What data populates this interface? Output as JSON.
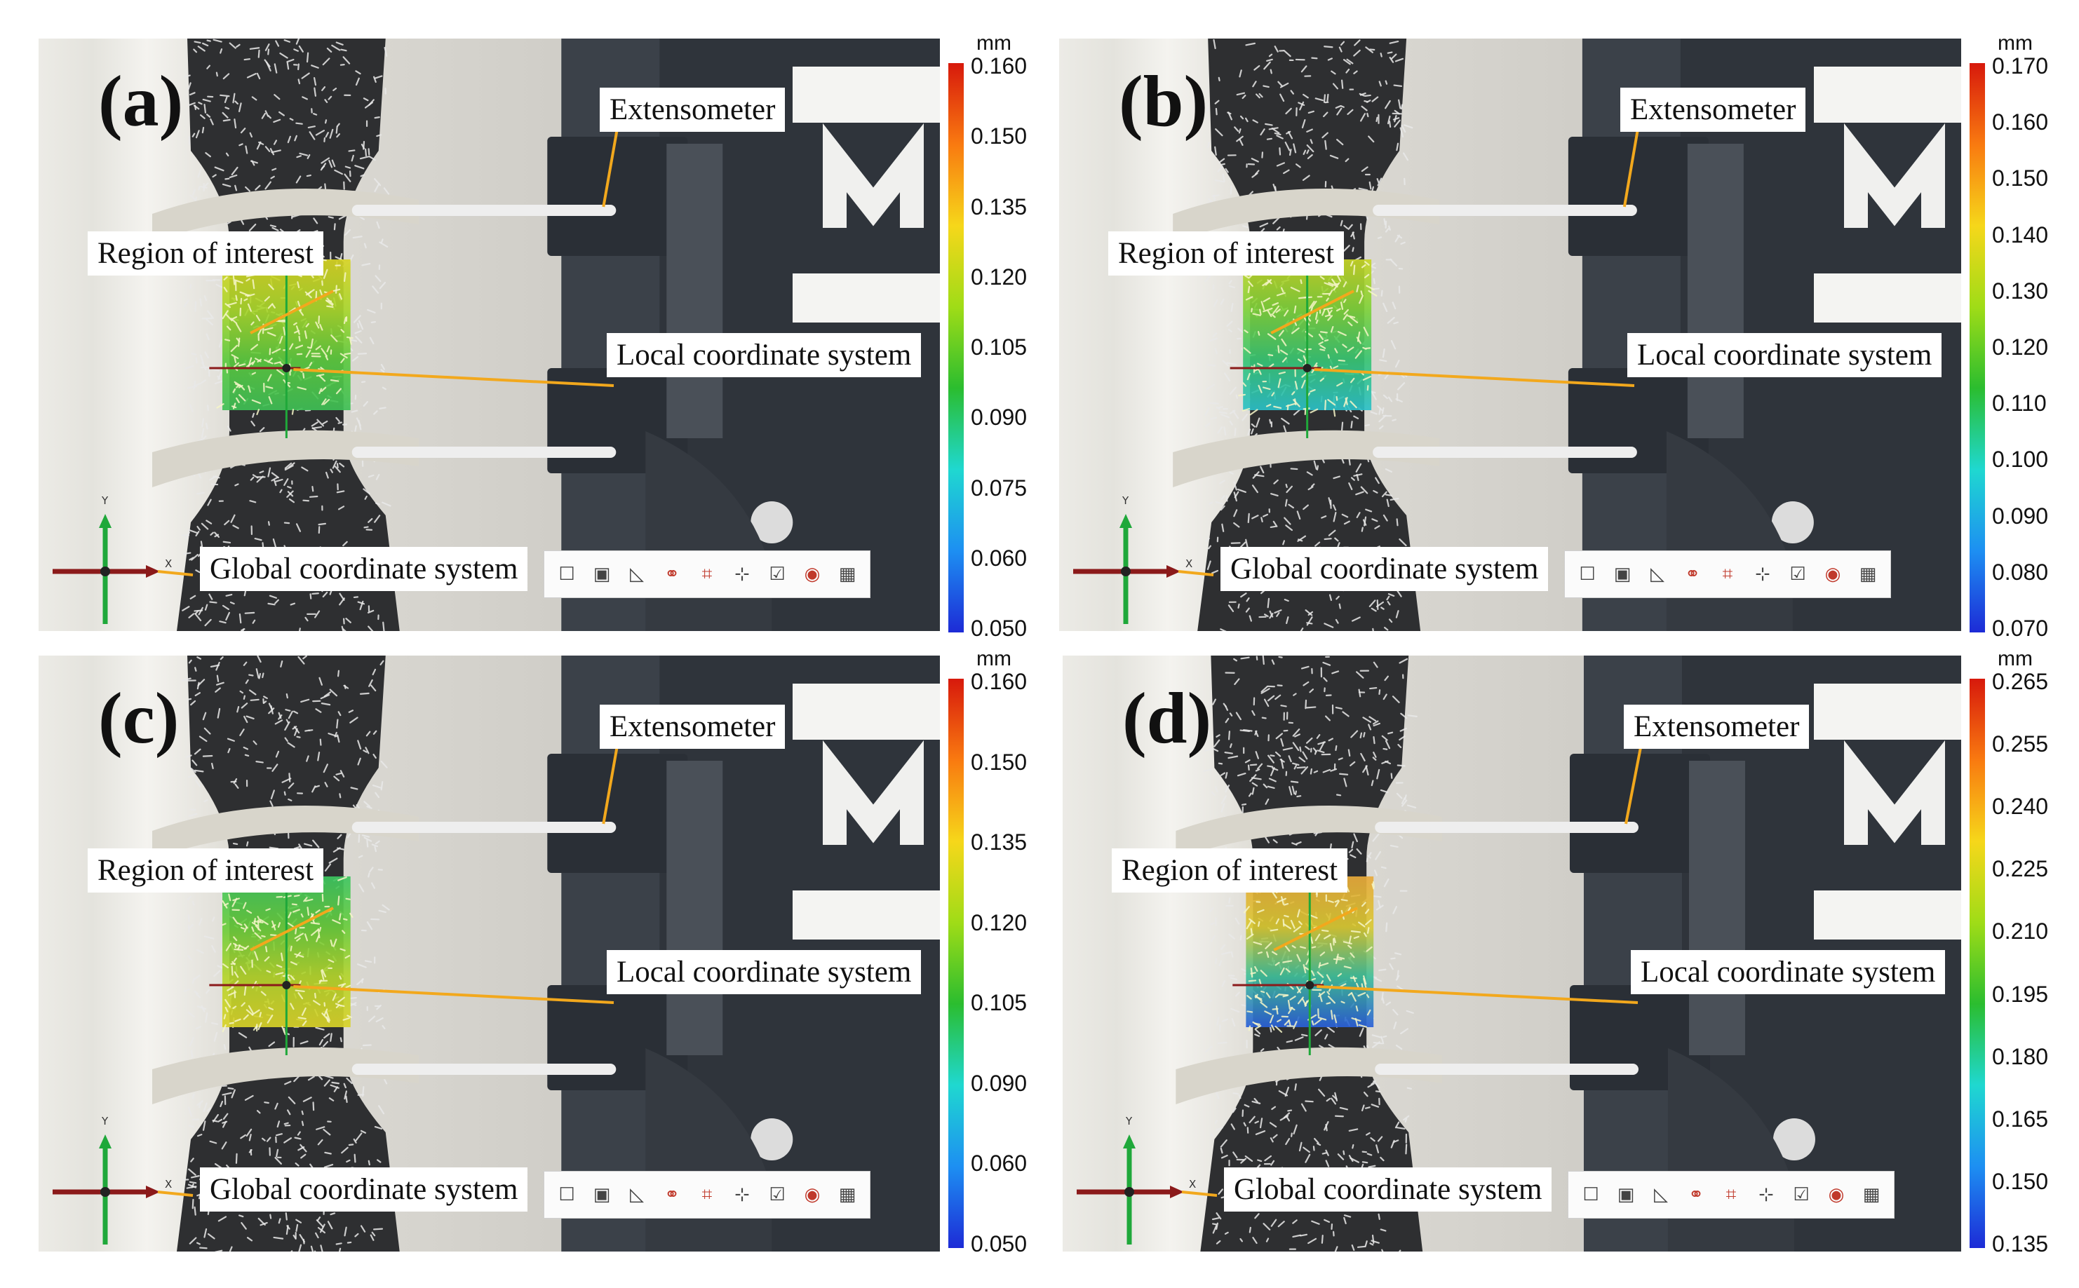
{
  "colors": {
    "leader_line": "#f2a81d",
    "global_y_axis": "#1fa83a",
    "global_x_axis": "#8b1a1a",
    "colorbar_stops": [
      "#d7190c",
      "#f97a10",
      "#f6d71a",
      "#9fdc17",
      "#2bbd2f",
      "#1fd8d0",
      "#1d8ff2",
      "#1d2bd6"
    ]
  },
  "panels": [
    {
      "id": "a",
      "label": "(a)",
      "callouts": {
        "extensometer": "Extensometer",
        "roi": "Region of interest",
        "local": "Local coordinate system",
        "global": "Global coordinate system"
      },
      "global_axes": {
        "y": "Y",
        "x": "X"
      },
      "colorbar": {
        "unit": "mm",
        "ticks": [
          "0.160",
          "0.150",
          "0.135",
          "0.120",
          "0.105",
          "0.090",
          "0.075",
          "0.060",
          "0.050"
        ]
      },
      "roi_pattern": "yellow-top green-bottom"
    },
    {
      "id": "b",
      "label": "(b)",
      "callouts": {
        "extensometer": "Extensometer",
        "roi": "Region of interest",
        "local": "Local coordinate system",
        "global": "Global coordinate system"
      },
      "global_axes": {
        "y": "Y",
        "x": "X"
      },
      "colorbar": {
        "unit": "mm",
        "ticks": [
          "0.170",
          "0.160",
          "0.150",
          "0.140",
          "0.130",
          "0.120",
          "0.110",
          "0.100",
          "0.090",
          "0.080",
          "0.070"
        ]
      },
      "roi_pattern": "yellow-top cyan-bottom"
    },
    {
      "id": "c",
      "label": "(c)",
      "callouts": {
        "extensometer": "Extensometer",
        "roi": "Region of interest",
        "local": "Local coordinate system",
        "global": "Global coordinate system"
      },
      "global_axes": {
        "y": "Y",
        "x": "X"
      },
      "colorbar": {
        "unit": "mm",
        "ticks": [
          "0.160",
          "0.150",
          "0.135",
          "0.120",
          "0.105",
          "0.090",
          "0.060",
          "0.050"
        ]
      },
      "roi_pattern": "green-top yellow-bottom"
    },
    {
      "id": "d",
      "label": "(d)",
      "callouts": {
        "extensometer": "Extensometer",
        "roi": "Region of interest",
        "local": "Local coordinate system",
        "global": "Global coordinate system"
      },
      "global_axes": {
        "y": "Y",
        "x": "X"
      },
      "colorbar": {
        "unit": "mm",
        "ticks": [
          "0.265",
          "0.255",
          "0.240",
          "0.225",
          "0.210",
          "0.195",
          "0.180",
          "0.165",
          "0.150",
          "0.135"
        ]
      },
      "roi_pattern": "orange-top blue-bottom"
    }
  ],
  "toolbar_icons": [
    "rectangle-icon",
    "fit-view-icon",
    "ruler-icon",
    "link-icon",
    "crop-icon",
    "target-icon",
    "checkbox-icon",
    "record-icon",
    "grid-icon"
  ]
}
